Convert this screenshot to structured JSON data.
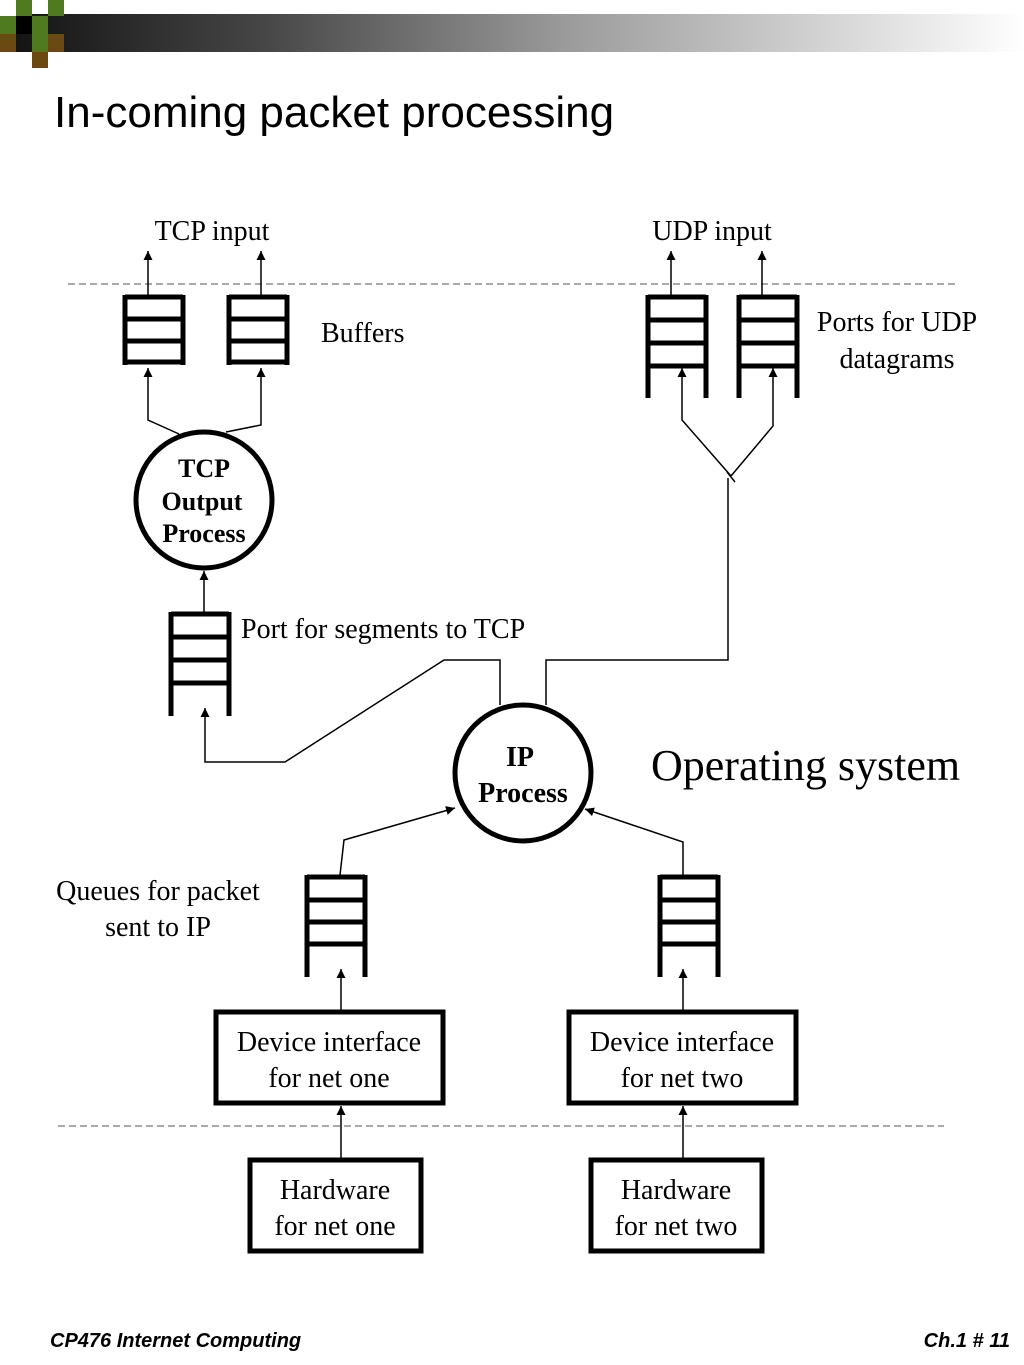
{
  "slide": {
    "title": "In-coming packet processing",
    "footer_left": "CP476 Internet Computing",
    "footer_right": "Ch.1  # 11"
  },
  "labels": {
    "tcp_input": "TCP input",
    "udp_input": "UDP input",
    "buffers": "Buffers",
    "ports_udp_line1": "Ports for UDP",
    "ports_udp_line2": "datagrams",
    "port_segments": "Port for  segments to TCP",
    "operating_system": "Operating system",
    "queues_line1": "Queues for packet",
    "queues_line2": "sent to IP"
  },
  "processes": {
    "tcp_output": [
      "TCP",
      "Output",
      "Process"
    ],
    "ip": [
      "IP",
      "Process"
    ]
  },
  "boxes": {
    "device_one": [
      "Device interface",
      "for net one"
    ],
    "device_two": [
      "Device interface",
      "for net two"
    ],
    "hardware_one": [
      "Hardware",
      "for net one"
    ],
    "hardware_two": [
      "Hardware",
      "for net two"
    ]
  },
  "colors": {
    "stroke": "#000000",
    "accent_green": "#4f7a1f",
    "accent_brown": "#6b4a12"
  }
}
